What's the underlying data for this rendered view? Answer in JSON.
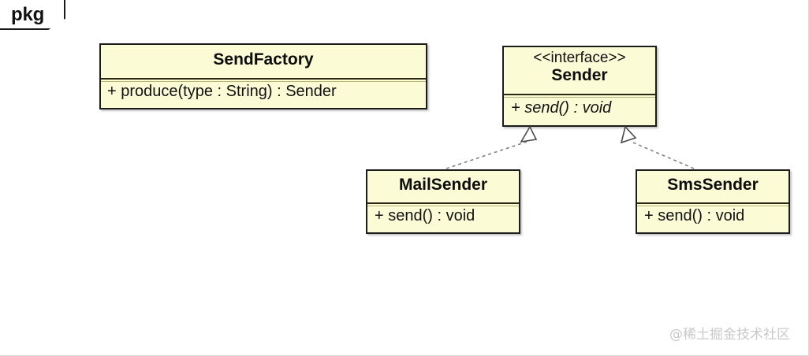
{
  "diagram": {
    "package_label": "pkg",
    "watermark": "@稀土掘金技术社区",
    "colors": {
      "class_fill": "#fbfbd6",
      "class_border": "#1c1c1c",
      "divider": "#b5b577",
      "relation_line": "#777777",
      "watermark": "#c9c9c9",
      "background": "#ffffff"
    },
    "classes": [
      {
        "id": "sendfactory",
        "stereotype": "",
        "name": "SendFactory",
        "members": [
          "+ produce(type : String) : Sender"
        ]
      },
      {
        "id": "sender",
        "stereotype": "<<interface>>",
        "name": "Sender",
        "members": [
          "+ send() : void"
        ]
      },
      {
        "id": "mailsender",
        "stereotype": "",
        "name": "MailSender",
        "members": [
          "+ send() : void"
        ]
      },
      {
        "id": "smssender",
        "stereotype": "",
        "name": "SmsSender",
        "members": [
          "+ send() : void"
        ]
      }
    ],
    "relations": [
      {
        "id": "mailsender-realizes-sender",
        "type": "realization",
        "from": "MailSender",
        "to": "Sender",
        "line_style": "dashed",
        "arrowhead": "hollow-triangle"
      },
      {
        "id": "smssender-realizes-sender",
        "type": "realization",
        "from": "SmsSender",
        "to": "Sender",
        "line_style": "dashed",
        "arrowhead": "hollow-triangle"
      }
    ]
  }
}
